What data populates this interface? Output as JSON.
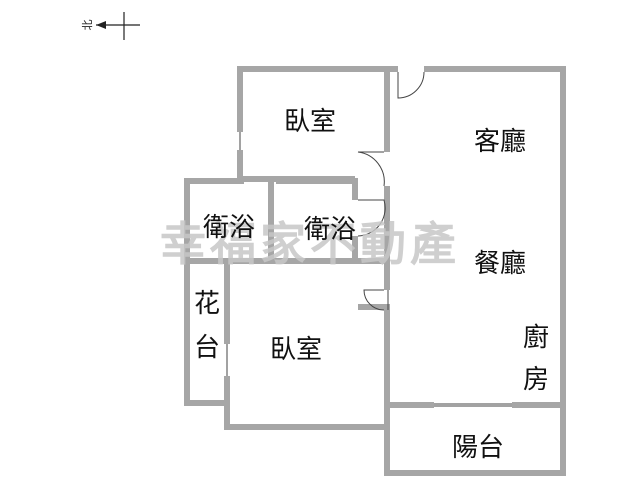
{
  "compass": {
    "north_label": "北"
  },
  "watermark": {
    "text": "幸福家不動產"
  },
  "rooms": {
    "bedroom_top": "臥室",
    "living": "客廳",
    "bath_left": "衛浴",
    "bath_right": "衛浴",
    "dining": "餐廳",
    "planter_line1": "花",
    "planter_line2": "台",
    "bedroom_bottom": "臥室",
    "kitchen_line1": "廚",
    "kitchen_line2": "房",
    "balcony": "陽台"
  },
  "colors": {
    "wall": "#a6a6a6",
    "watermark": "#c7c7c7",
    "text": "#111111"
  }
}
